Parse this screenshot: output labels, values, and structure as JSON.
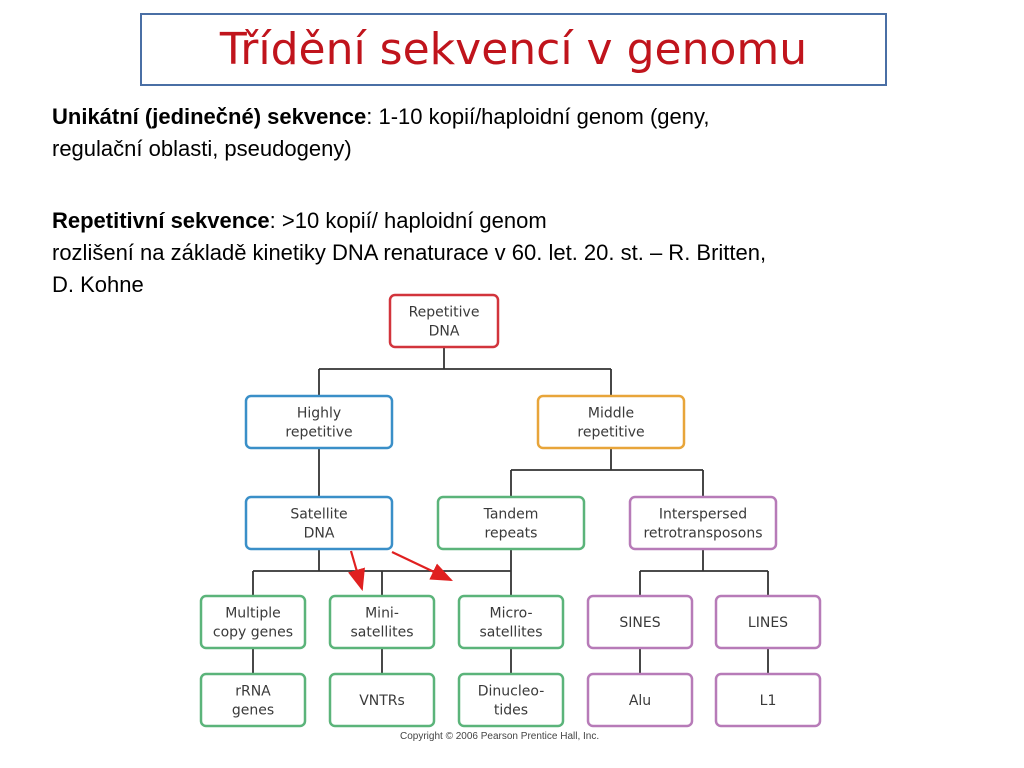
{
  "slide": {
    "title": "Třídění sekvencí v genomu",
    "unique_heading": "Unikátní (jedinečné) sekvence",
    "unique_text": ": 1-10 kopií/haploidní genom (geny,",
    "unique_text_2": "regulační oblasti, pseudogeny)",
    "repetitive_heading": "Repetitivní sekvence",
    "repetitive_text": ": >10 kopií/ haploidní genom",
    "repetitive_text_2": "rozlišení na základě kinetiky DNA renaturace v 60. let. 20. st. – R. Britten,",
    "repetitive_text_3": "D. Kohne",
    "copyright": "Copyright © 2006 Pearson Prentice Hall, Inc."
  },
  "colors": {
    "title": "#c0141c",
    "root": "#d2343c",
    "highly": "#3a8fc8",
    "middle": "#e8a53a",
    "green": "#5bb47a",
    "purple": "#b77bb8",
    "arrow": "#e02020"
  },
  "diagram": {
    "nodes": [
      {
        "id": "repetitive-dna",
        "lines": [
          "Repetitive",
          "DNA"
        ],
        "color": "root"
      },
      {
        "id": "highly-repetitive",
        "lines": [
          "Highly",
          "repetitive"
        ],
        "color": "highly"
      },
      {
        "id": "middle-repetitive",
        "lines": [
          "Middle",
          "repetitive"
        ],
        "color": "middle"
      },
      {
        "id": "satellite-dna",
        "lines": [
          "Satellite",
          "DNA"
        ],
        "color": "highly"
      },
      {
        "id": "tandem-repeats",
        "lines": [
          "Tandem",
          "repeats"
        ],
        "color": "green"
      },
      {
        "id": "interspersed-retrotransposons",
        "lines": [
          "Interspersed",
          "retrotransposons"
        ],
        "color": "purple"
      },
      {
        "id": "multiple-copy-genes",
        "lines": [
          "Multiple",
          "copy genes"
        ],
        "color": "green"
      },
      {
        "id": "mini-satellites",
        "lines": [
          "Mini-",
          "satellites"
        ],
        "color": "green"
      },
      {
        "id": "micro-satellites",
        "lines": [
          "Micro-",
          "satellites"
        ],
        "color": "green"
      },
      {
        "id": "sines",
        "lines": [
          "SINES"
        ],
        "color": "purple"
      },
      {
        "id": "lines",
        "lines": [
          "LINES"
        ],
        "color": "purple"
      },
      {
        "id": "rrna-genes",
        "lines": [
          "rRNA",
          "genes"
        ],
        "color": "green"
      },
      {
        "id": "vntrs",
        "lines": [
          "VNTRs"
        ],
        "color": "green"
      },
      {
        "id": "dinucleotides",
        "lines": [
          "Dinucleo-",
          "tides"
        ],
        "color": "green"
      },
      {
        "id": "alu",
        "lines": [
          "Alu"
        ],
        "color": "purple"
      },
      {
        "id": "l1",
        "lines": [
          "L1"
        ],
        "color": "purple"
      }
    ]
  }
}
